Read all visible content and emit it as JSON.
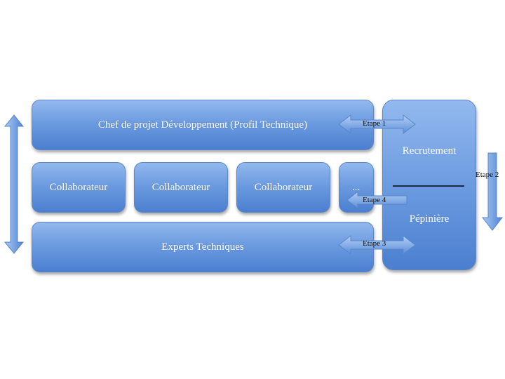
{
  "diagram": {
    "chef_label": "Chef de projet Développement (Profil Technique)",
    "collaborators": [
      "Collaborateur",
      "Collaborateur",
      "Collaborateur"
    ],
    "ellipsis_label": "...",
    "experts_label": "Experts Techniques",
    "side_panel": {
      "top_label": "Recrutement",
      "bottom_label": "Pépinière"
    },
    "steps": {
      "step1": "Etape 1",
      "step2": "Etape 2",
      "step3": "Etape 3",
      "step4": "Etape 4"
    },
    "colors": {
      "box_light": "#93b9ee",
      "box_dark": "#4b7fcf",
      "arrow_fill": "#7aa6e6"
    }
  }
}
